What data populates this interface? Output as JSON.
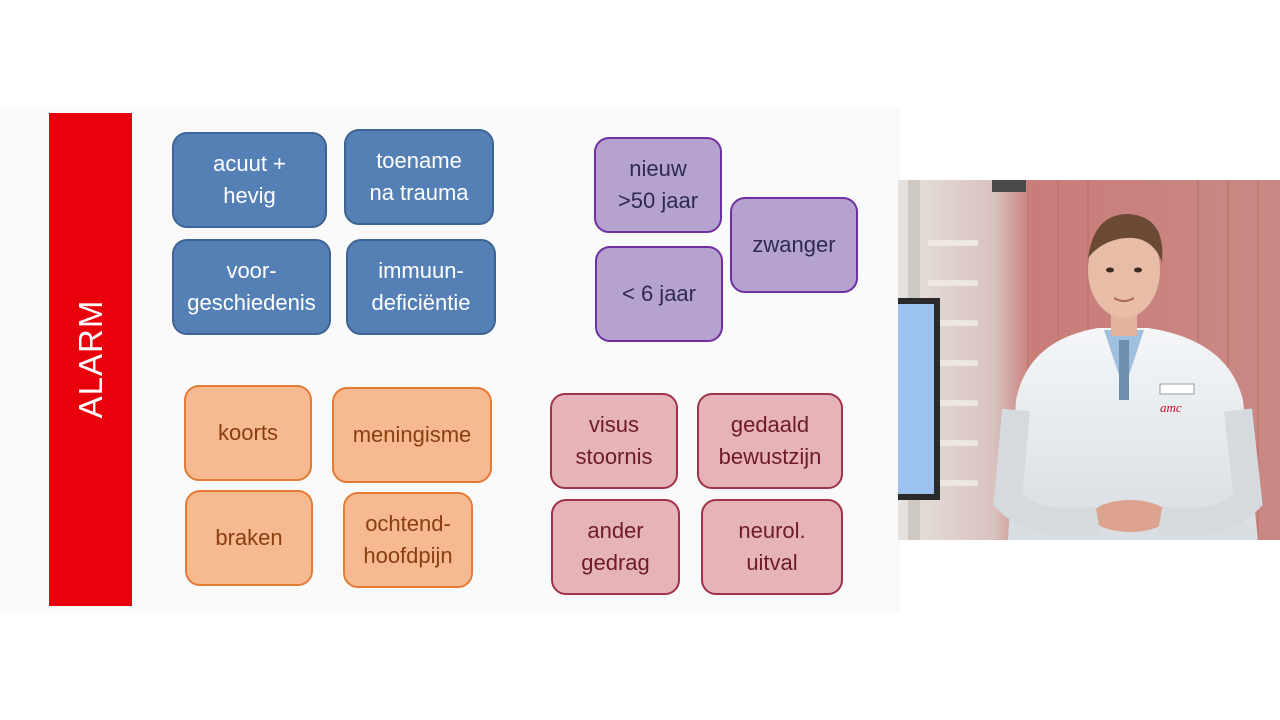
{
  "alarm": {
    "label": "ALARM",
    "color": "#e8000b"
  },
  "blue_boxes": [
    {
      "text": "acuut +\nhevig"
    },
    {
      "text": "toename\nna trauma"
    },
    {
      "text": "voor-\ngeschiedenis"
    },
    {
      "text": "immuun-\ndeficiëntie"
    }
  ],
  "purple_boxes": [
    {
      "text": "nieuw\n>50 jaar"
    },
    {
      "text": "zwanger"
    },
    {
      "text": "< 6 jaar"
    }
  ],
  "orange_boxes": [
    {
      "text": "koorts"
    },
    {
      "text": "meningisme"
    },
    {
      "text": "braken"
    },
    {
      "text": "ochtend-\nhoofdpijn"
    }
  ],
  "pink_boxes": [
    {
      "text": "visus\nstoornis"
    },
    {
      "text": "gedaald\nbewustzijn"
    },
    {
      "text": "ander\ngedrag"
    },
    {
      "text": "neurol.\nuitval"
    }
  ],
  "colors": {
    "blue": "#5580b5",
    "purple": "#b5a2cf",
    "orange": "#f6b990",
    "pink": "#e5b3b8"
  },
  "video": {
    "badge_text": "amc"
  }
}
